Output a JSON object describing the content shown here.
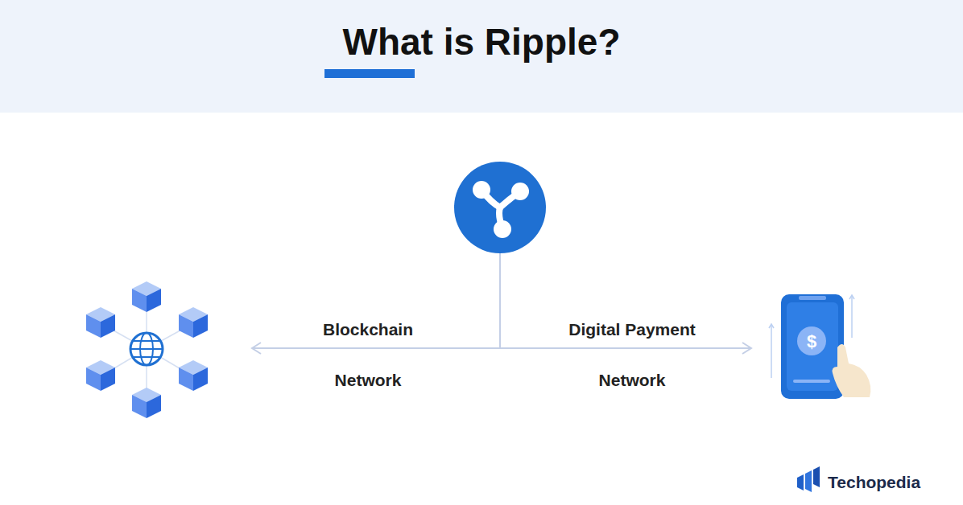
{
  "diagram": {
    "title": "What is Ripple?",
    "labels": [
      "Blockchain",
      "Network",
      "Digital Payment",
      "Network",
      "$",
      "Techopedia"
    ]
  }
}
